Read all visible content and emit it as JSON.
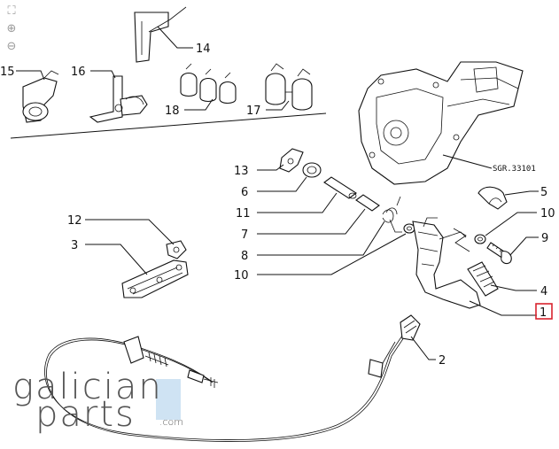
{
  "toolbar": {
    "tools": [
      {
        "icon": "fit-screen-icon",
        "glyph": "⛶"
      },
      {
        "icon": "zoom-in-icon",
        "glyph": "⊕"
      },
      {
        "icon": "zoom-out-icon",
        "glyph": "⊖"
      }
    ]
  },
  "callouts": {
    "c1": "1",
    "c2": "2",
    "c3": "3",
    "c4": "4",
    "c5": "5",
    "c6": "6",
    "c7": "7",
    "c8": "8",
    "c9": "9",
    "c10a": "10",
    "c10b": "10",
    "c11": "11",
    "c12": "12",
    "c13": "13",
    "c14": "14",
    "c15": "15",
    "c16": "16",
    "c17": "17",
    "c18": "18"
  },
  "reference_code": "SGR.33101",
  "highlight_color": "#d9232e",
  "watermark": {
    "line1": "galician",
    "line2": "parts",
    "domain": ".com",
    "accent_color": "#cfe3f3"
  }
}
